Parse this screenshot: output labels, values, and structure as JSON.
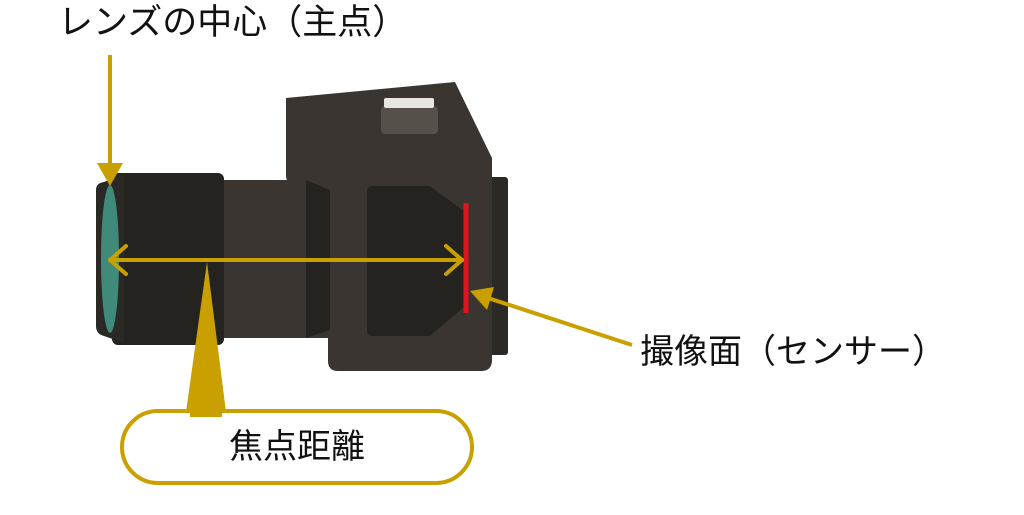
{
  "labels": {
    "lens_center": "レンズの中心（主点）",
    "sensor": "撮像面（センサー）",
    "focal_length": "焦点距離"
  },
  "colors": {
    "accent": "#c9a000",
    "sensor_line": "#e0141e",
    "camera_body": "#3a3530",
    "camera_dark": "#2b2925",
    "lens_glass": "#3f8a78"
  }
}
